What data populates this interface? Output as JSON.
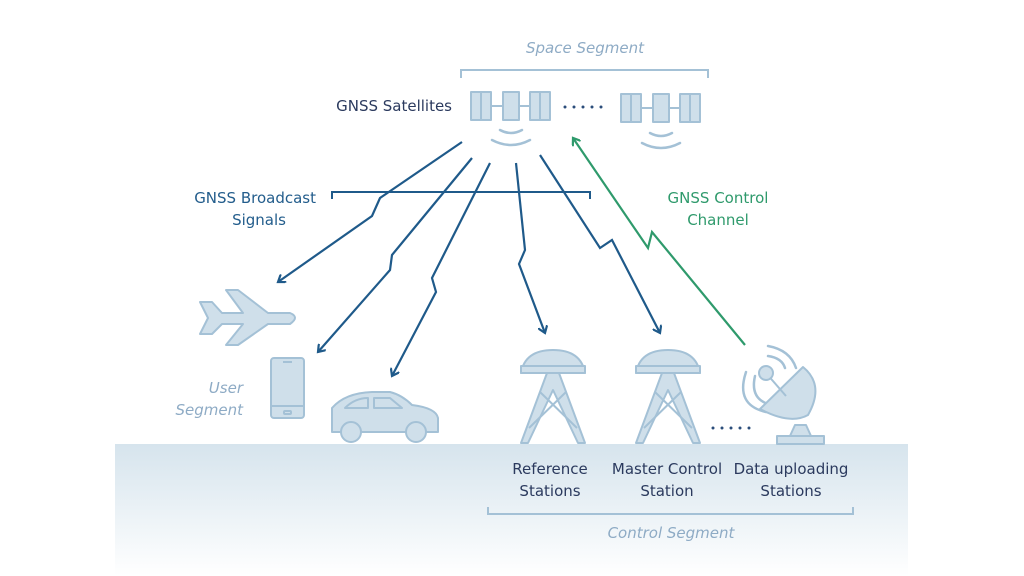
{
  "labels": {
    "space_segment": "Space Segment",
    "gnss_satellites": "GNSS Satellites",
    "broadcast_line1": "GNSS Broadcast",
    "broadcast_line2": "Signals",
    "control_channel_line1": "GNSS Control",
    "control_channel_line2": "Channel",
    "user_segment_line1": "User",
    "user_segment_line2": "Segment",
    "reference_line1": "Reference",
    "reference_line2": "Stations",
    "master_line1": "Master Control",
    "master_line2": "Station",
    "uploading_line1": "Data uploading",
    "uploading_line2": "Stations",
    "control_segment": "Control Segment"
  },
  "colors": {
    "broadcast_signal": "#1f5a8a",
    "control_channel": "#2f9a6c",
    "icon_fill": "#cfdfea",
    "segment_label": "#8eabc5"
  },
  "icons": [
    "satellite-icon",
    "airplane-icon",
    "smartphone-icon",
    "car-icon",
    "reference-station-tower-icon",
    "master-station-tower-icon",
    "satellite-dish-icon"
  ]
}
